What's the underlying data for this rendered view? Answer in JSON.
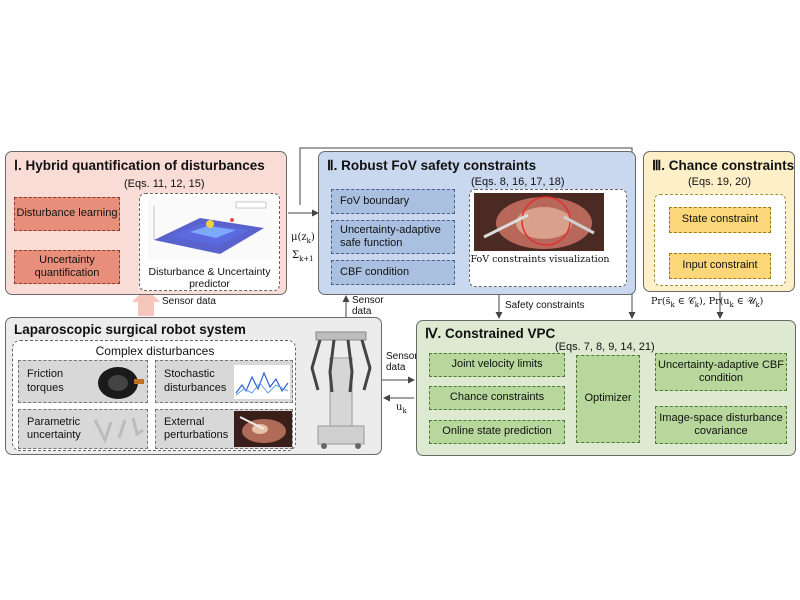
{
  "panel1": {
    "title": "Ⅰ. Hybrid quantification of disturbances",
    "eqs": "(Eqs. 11, 12, 15)",
    "disturbance_learning": "Disturbance learning",
    "uncertainty_quantification": "Uncertainty quantification",
    "predictor_label": "Disturbance & Uncertainty predictor"
  },
  "panel2": {
    "title": "Ⅱ. Robust FoV safety constraints",
    "eqs": "(Eqs. 8, 16, 17, 18)",
    "items": [
      "FoV boundary",
      "Uncertainty-adaptive safe function",
      "CBF condition"
    ],
    "visual_label": "FoV constraints visualization"
  },
  "panel3": {
    "title": "Ⅲ. Chance constraints",
    "eqs": "(Eqs. 19, 20)",
    "state_constraint": "State constraint",
    "input_constraint": "Input constraint"
  },
  "panel4": {
    "title": "Ⅳ. Constrained VPC",
    "eqs": "(Eqs. 7, 8, 9, 14, 21)",
    "left_items": [
      "Joint velocity limits",
      "Chance constraints",
      "Online state prediction"
    ],
    "optimizer": "Optimizer",
    "right_items": [
      "Uncertainty-adaptive CBF condition",
      "Image-space disturbance covariance"
    ]
  },
  "panel5": {
    "title": "Laparoscopic surgical robot system",
    "complex_title": "Complex disturbances",
    "items": [
      "Friction torques",
      "Stochastic disturbances",
      "Parametric uncertainty",
      "External perturbations"
    ]
  },
  "labels": {
    "sensor_data_1": "Sensor data",
    "sensor_data_2": "Sensor data",
    "sensor_data_3": "Sensor data",
    "safety_constraints": "Safety constraints",
    "mu": "μ(z_k)",
    "sigma": "Σ_k+1",
    "prob": "Pr(s̃_k ∈ C_k), Pr(u_k ∈ U_k)",
    "uk": "u_k"
  }
}
